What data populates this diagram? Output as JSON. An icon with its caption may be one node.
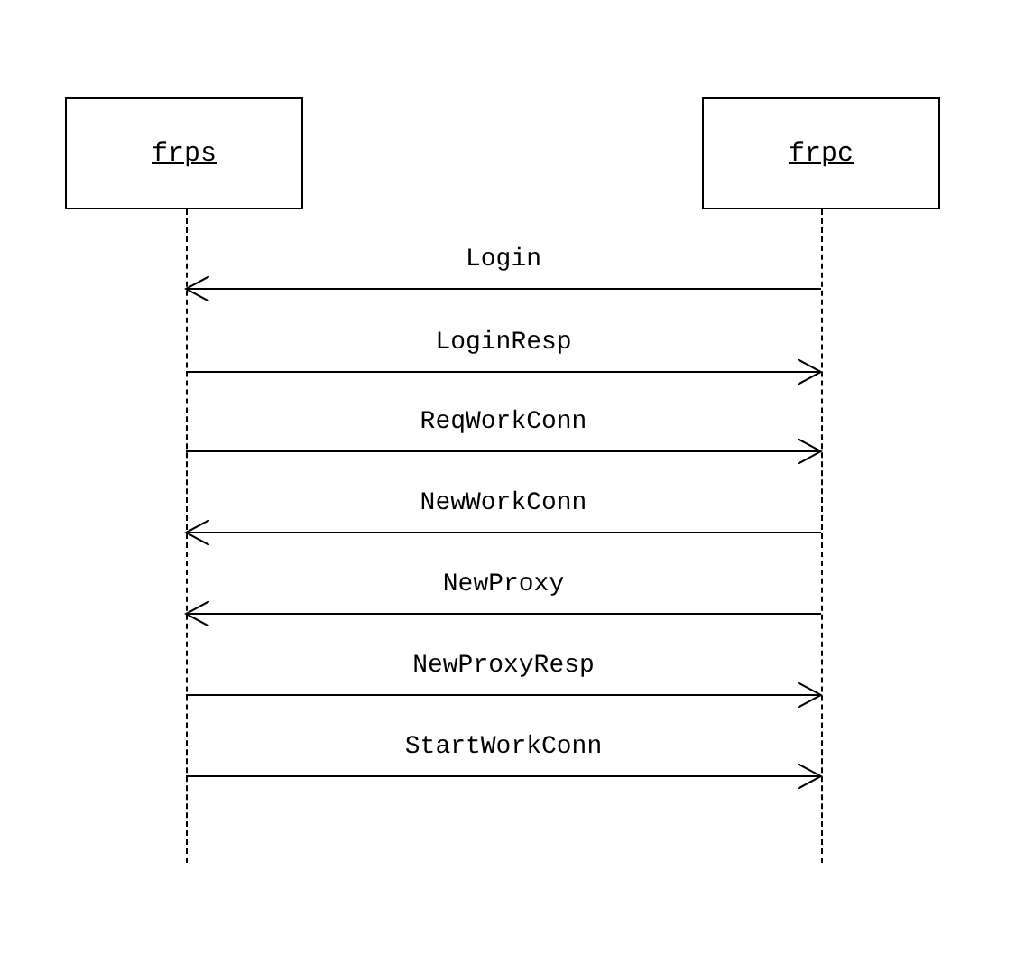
{
  "diagram": {
    "nodes": [
      {
        "text": [
          "frps"
        ]
      },
      {
        "text": [
          "frpc"
        ]
      },
      {
        "text": [],
        "shape": "bar"
      },
      {
        "text": [],
        "shape": "bar"
      }
    ],
    "edges": [
      {
        "from": 3,
        "to": 2,
        "arrow": "to",
        "label": "Login"
      },
      {
        "from": 2,
        "to": 3,
        "arrow": "to",
        "label": "LoginResp"
      },
      {
        "from": 2,
        "to": 3,
        "arrow": "to",
        "label": "ReqWorkConn"
      },
      {
        "from": 3,
        "to": 2,
        "arrow": "to",
        "label": "NewWorkConn"
      },
      {
        "from": 3,
        "to": 2,
        "arrow": "to",
        "label": "NewProxy"
      },
      {
        "from": 2,
        "to": 3,
        "arrow": "to",
        "label": "NewProxyResp"
      },
      {
        "from": 2,
        "to": 3,
        "arrow": "to",
        "label": "StartWorkConn"
      }
    ]
  }
}
